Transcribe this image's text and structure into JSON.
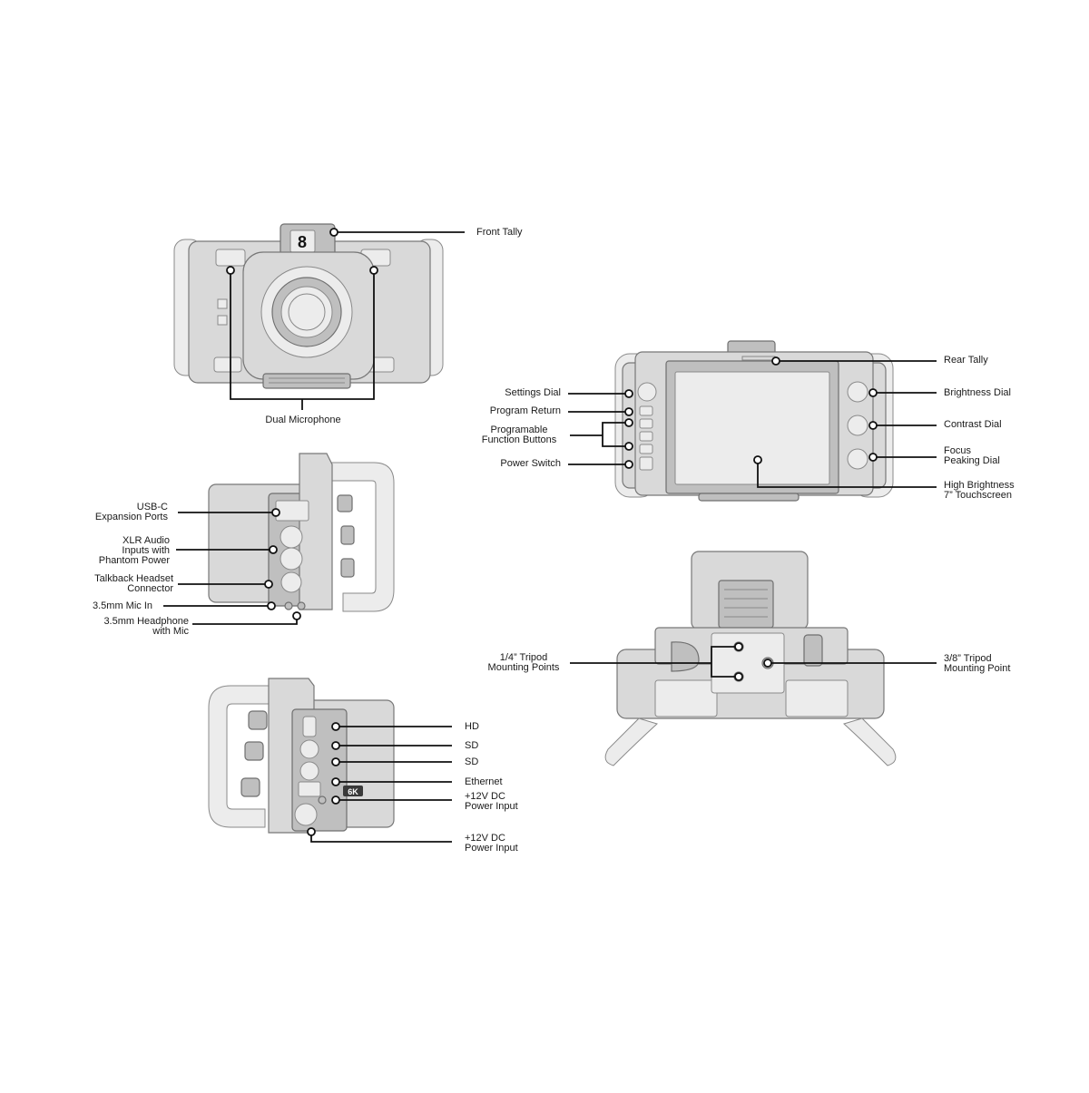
{
  "front_view": {
    "tally_number": "8",
    "callouts": {
      "front_tally": "Front Tally",
      "dual_microphone": "Dual Microphone"
    }
  },
  "rear_view": {
    "callouts": {
      "rear_tally": "Rear Tally",
      "settings_dial": "Settings Dial",
      "program_return": "Program Return",
      "programable_function_buttons": "Programable\nFunction Buttons",
      "power_switch": "Power Switch",
      "brightness_dial": "Brightness Dial",
      "contrast_dial": "Contrast Dial",
      "focus_peaking_dial": "Focus\nPeaking Dial",
      "touchscreen": "High Brightness\n7” Touchscreen"
    }
  },
  "left_side_view": {
    "callouts": {
      "usb_c": "USB-C\nExpansion Ports",
      "xlr_audio": "XLR Audio\nInputs with\nPhantom Power",
      "talkback": "Talkback Headset\nConnector",
      "mic_in": "3.5mm Mic In",
      "headphone": "3.5mm Headphone\nwith Mic"
    }
  },
  "right_side_view": {
    "badge": "6K",
    "callouts": {
      "hdmi": "HD",
      "sdi_out": "SD",
      "sdi_in": "SD",
      "ethernet": "Ethernet",
      "dc_power_1": "+12V DC\nPower Input",
      "dc_power_2": "+12V DC\nPower Input"
    }
  },
  "bottom_view": {
    "callouts": {
      "tripod_quarter": "1/4” Tripod\nMounting Points",
      "tripod_3_8": "3/8” Tripod\nMounting Point"
    }
  }
}
